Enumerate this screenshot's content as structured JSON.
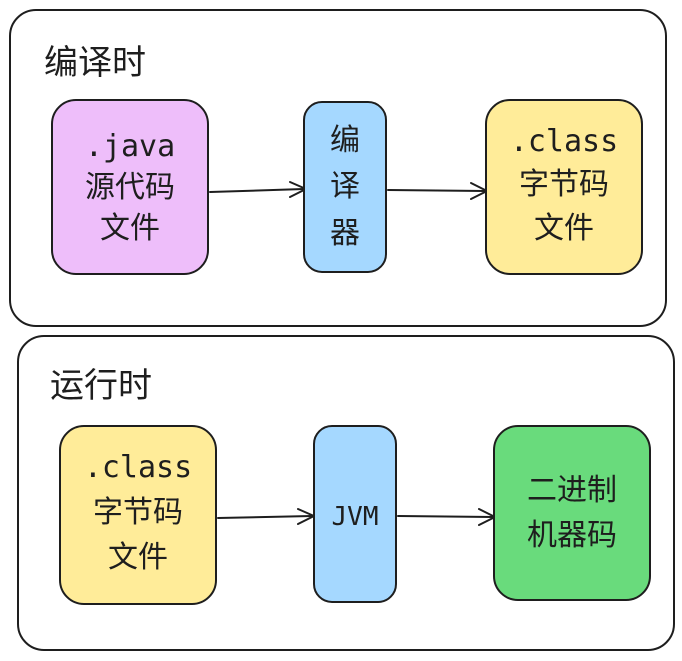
{
  "compile_time": {
    "title": "编译时",
    "source_file": {
      "line1": ".java",
      "line2": "源代码",
      "line3": "文件",
      "fill": "#eebefa"
    },
    "compiler": {
      "line1": "编",
      "line2": "译",
      "line3": "器",
      "fill": "#a5d8ff"
    },
    "bytecode_file": {
      "line1": ".class",
      "line2": "字节码",
      "line3": "文件",
      "fill": "#ffec99"
    }
  },
  "runtime": {
    "title": "运行时",
    "bytecode_file": {
      "line1": ".class",
      "line2": "字节码",
      "line3": "文件",
      "fill": "#ffec99"
    },
    "jvm": {
      "label": "JVM",
      "fill": "#a5d8ff"
    },
    "machine_code": {
      "line1": "二进制",
      "line2": "机器码",
      "fill": "#69db7c"
    }
  }
}
